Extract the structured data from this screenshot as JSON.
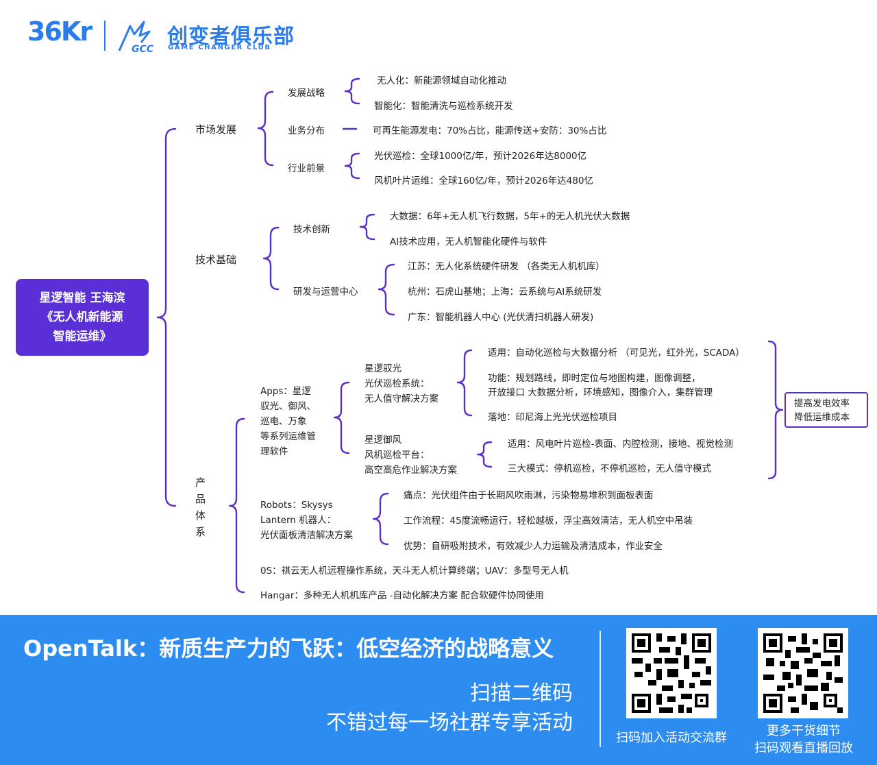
{
  "header": {
    "logo_36kr": "36Kr",
    "logo_gcc": "GCC",
    "club_name_cn": "创变者俱乐部",
    "club_name_en": "GAME CHANGER CLUB"
  },
  "root": {
    "line1": "星逻智能 王海滨",
    "line2": "《无人机新能源",
    "line3": "智能运维》"
  },
  "market": {
    "label": "市场发展",
    "strategy": {
      "label": "发展战略",
      "items": [
        "无人化：新能源领域自动化推动",
        "智能化：智能清洗与巡检系统开发"
      ]
    },
    "business": {
      "label": "业务分布",
      "item": "可再生能源发电：70%占比，能源传送+安防：30%占比"
    },
    "prospect": {
      "label": "行业前景",
      "items": [
        "光伏巡检：全球1000亿/年，预计2026年达8000亿",
        "风机叶片运维：全球160亿/年，预计2026年达480亿"
      ]
    }
  },
  "tech": {
    "label": "技术基础",
    "innovation": {
      "label": "技术创新",
      "items": [
        "大数据：6年+无人机飞行数据，5年+的无人机光伏大数据",
        "AI技术应用，无人机智能化硬件与软件"
      ]
    },
    "rnd": {
      "label": "研发与运营中心",
      "items": [
        "江苏：无人化系统硬件研发 （各类无人机机库）",
        "杭州：石虎山基地；上海：云系统与AI系统研发",
        "广东：智能机器人中心 (光伏清扫机器人研发)"
      ]
    }
  },
  "product": {
    "label": "产品体系",
    "apps": {
      "label_lines": [
        "Apps：星逻",
        "驭光、御风、",
        "巡电、万象",
        "等系列运维管",
        "理软件"
      ],
      "yuguang": {
        "label_lines": [
          "星逻驭光",
          "光伏巡检系统：",
          "无人值守解决方案"
        ],
        "items": [
          "适用：自动化巡检与大数据分析 （可见光，红外光，SCADA）",
          "功能：规划路线，即时定位与地图构建，图像调整，",
          "开放接口 大数据分析，环境感知，图像介入，集群管理",
          "落地：印尼海上光光伏巡检项目"
        ]
      },
      "yufeng": {
        "label_lines": [
          "星逻御风",
          "风机巡检平台：",
          "高空高危作业解决方案"
        ],
        "items": [
          "适用：风电叶片巡检-表面、内腔检测，接地、视觉检测",
          "三大模式：停机巡检，不停机巡检，无人值守模式"
        ]
      }
    },
    "robots": {
      "label_lines": [
        "Robots：Skysys",
        "Lantern 机器人：",
        "光伏面板清洁解决方案"
      ],
      "items": [
        "痛点：光伏组件由于长期风吹雨淋，污染物易堆积到面板表面",
        "工作流程：45度流畅运行，轻松越板，浮尘高效清洁，无人机空中吊装",
        "优势：自研吸附技术，有效减少人力运输及清洁成本，作业安全"
      ]
    },
    "os": "0S：祺云无人机远程操作系统，天斗无人机计算终端；UAV：多型号无人机",
    "hangar": "Hangar：多种无人机机库产品 -自动化解决方案 配合软硬件协同使用"
  },
  "summary": {
    "line1": "提高发电效率",
    "line2": "降低运维成本"
  },
  "footer": {
    "title": "OpenTalk：新质生产力的飞跃：低空经济的战略意义",
    "line1": "扫描二维码",
    "line2": "不错过每一场社群专享活动",
    "qr1_caption": "扫码加入活动交流群",
    "qr2_caption_line1": "更多干货细节",
    "qr2_caption_line2": "扫码观看直播回放"
  },
  "colors": {
    "brand_blue": "#2b7bea",
    "brace_purple": "#5b2ec4",
    "root_purple": "#5a2fd6",
    "footer_blue": "#2c8cf0"
  }
}
